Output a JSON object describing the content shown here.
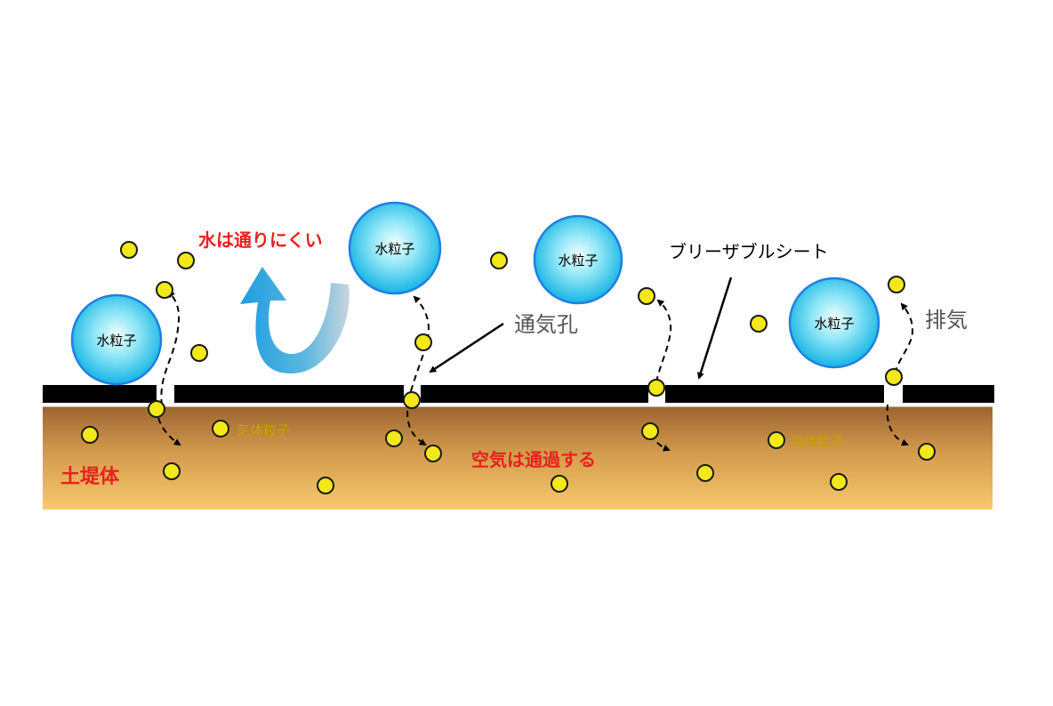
{
  "labels": {
    "water_blocked": "水は通りにくい",
    "sheet": "ブリーザブルシート",
    "vent_hole": "通気孔",
    "exhaust": "排気",
    "gas_particle_1": "気体粒子",
    "gas_particle_2": "気体粒子",
    "air_passes": "空気は通過する",
    "embankment": "土堤体"
  },
  "water_particles": [
    {
      "label": "水粒子"
    },
    {
      "label": "水粒子"
    },
    {
      "label": "水粒子"
    },
    {
      "label": "水粒子"
    }
  ],
  "colors": {
    "red_text": "#e8201e",
    "gold_text": "#c8a000",
    "particle_fill": "#f2e81a",
    "sheet": "#000000",
    "soil_top": "#9a6230",
    "soil_bottom": "#f7c56a",
    "water_center": "#e9fbff",
    "water_edge": "#17b8e6",
    "water_stroke": "#1e7fe0",
    "arrow_blue": "#2fa4e0",
    "grey_text": "#555555"
  },
  "icons": {
    "water_blocked_arrow": "curved-up-arrow",
    "airflow": "dashed-arrow"
  }
}
